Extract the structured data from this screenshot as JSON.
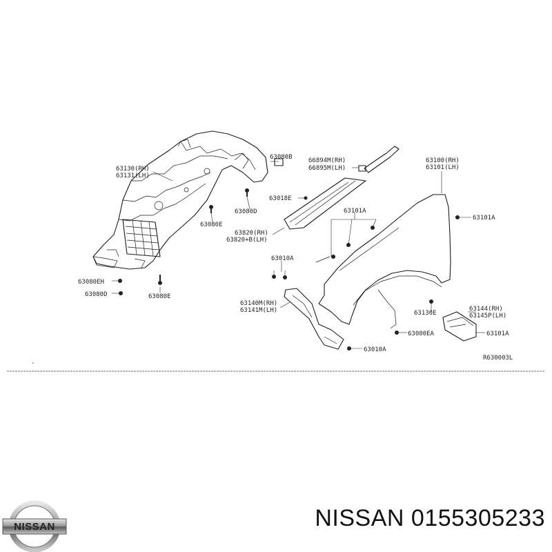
{
  "diagram": {
    "labels": {
      "l_63130": "63130(RH)",
      "l_63131": "63131(LH)",
      "l_63080b": "63080B",
      "l_66894": "66894M(RH)",
      "l_66895": "66895M(LH)",
      "l_63100": "63100(RH)",
      "l_63101": "63101(LH)",
      "l_63080d_top": "63080D",
      "l_63018e": "63018E",
      "l_63080e_top": "63080E",
      "l_63101a_mid": "63101A",
      "l_63101a_right": "63101A",
      "l_63820": "63820(RH)",
      "l_63820b": "63820+B(LH)",
      "l_63010a_top": "63010A",
      "l_63080eh": "63080EH",
      "l_63080d_bot": "63080D",
      "l_63080e_bot": "63080E",
      "l_63140": "63140M(RH)",
      "l_63141": "63141M(LH)",
      "l_63130e": "63130E",
      "l_63144": "63144(RH)",
      "l_63145": "63145P(LH)",
      "l_63080ea": "63080EA",
      "l_63101a_bot": "63101A",
      "l_63010a_bot": "63010A",
      "l_ref": "R630003L"
    }
  },
  "footer": {
    "logo_text": "NISSAN",
    "caption": "NISSAN 0155305233"
  }
}
